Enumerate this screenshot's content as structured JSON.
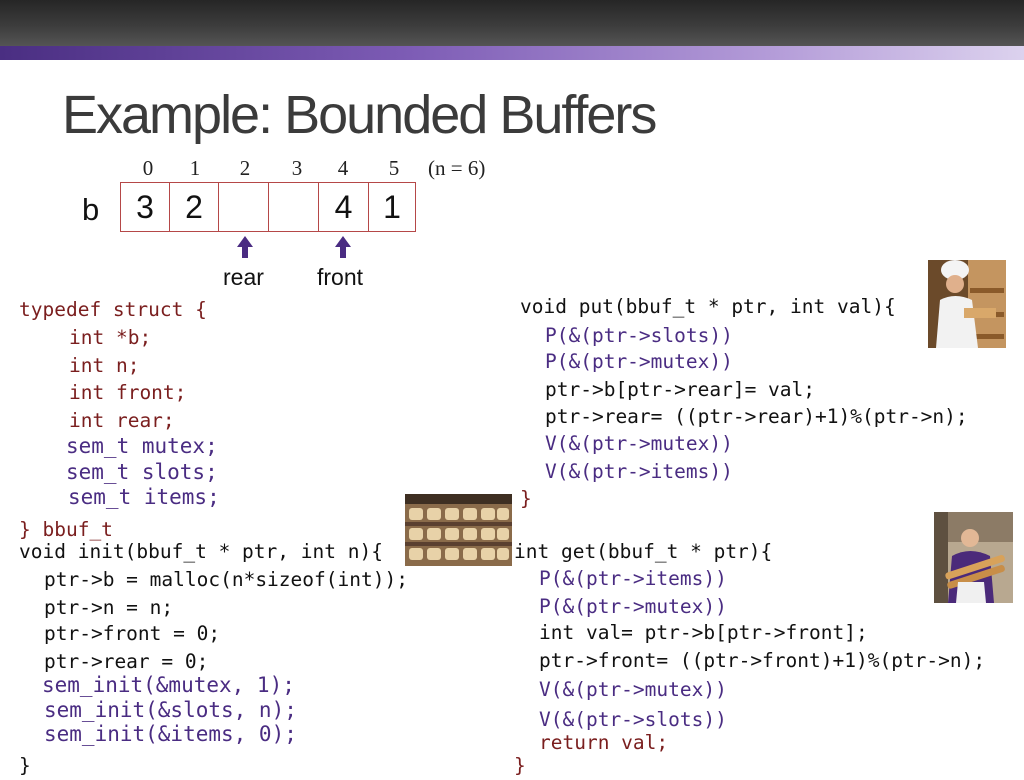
{
  "slide": {
    "title": "Example: Bounded Buffers",
    "colors": {
      "accent": "#6d4ea8",
      "keyword": "#7a1e1e",
      "semaphore": "#4a2c82",
      "cell_border": "#b54848"
    }
  },
  "buffer": {
    "indices": [
      "0",
      "1",
      "2",
      "3",
      "4",
      "5"
    ],
    "n_note": "(n = 6)",
    "label": "b",
    "cells": [
      "3",
      "2",
      "",
      "",
      "4",
      "1"
    ],
    "rear_label": "rear",
    "front_label": "front"
  },
  "code": {
    "typedef": [
      "typedef struct {",
      "int *b;",
      "int n;",
      "int front;",
      "int rear;",
      "sem_t mutex;",
      "sem_t slots;",
      "sem_t items;",
      "} bbuf_t"
    ],
    "init": [
      "void init(bbuf_t * ptr, int n){",
      "ptr->b = malloc(n*sizeof(int));",
      "ptr->n = n;",
      "ptr->front = 0;",
      "ptr->rear = 0;",
      "sem_init(&mutex, 1);",
      "sem_init(&slots, n);",
      "sem_init(&items, 0);",
      "}"
    ],
    "put": [
      "void put(bbuf_t * ptr, int val){",
      "P(&(ptr->slots))",
      "P(&(ptr->mutex))",
      "ptr->b[ptr->rear]= val;",
      "ptr->rear= ((ptr->rear)+1)%(ptr->n);",
      "V(&(ptr->mutex))",
      "V(&(ptr->items))",
      "}"
    ],
    "get": [
      "int get(bbuf_t * ptr){",
      "P(&(ptr->items))",
      "P(&(ptr->mutex))",
      "int val= ptr->b[ptr->front];",
      "ptr->front= ((ptr->front)+1)%(ptr->n);",
      "V(&(ptr->mutex))",
      "V(&(ptr->slots))",
      "return val;",
      "}"
    ]
  },
  "images": {
    "baker": "baker-photo",
    "bread_shelf": "bread-shelf-photo",
    "bread_seller": "bread-seller-photo"
  }
}
